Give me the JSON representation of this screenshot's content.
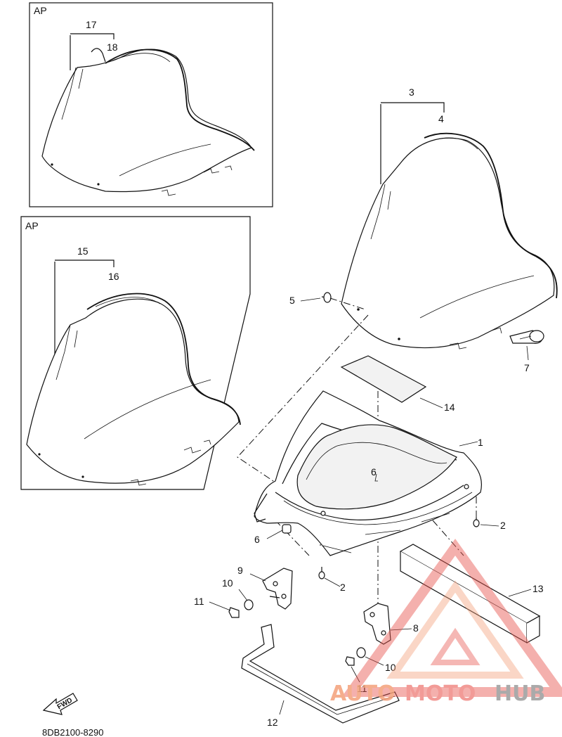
{
  "inset_boxes": [
    {
      "label": "AP",
      "callouts": [
        "17",
        "18"
      ]
    },
    {
      "label": "AP",
      "callouts": [
        "15",
        "16"
      ]
    }
  ],
  "callouts": {
    "c1": "1",
    "c2a": "2",
    "c2b": "2",
    "c3": "3",
    "c4": "4",
    "c5": "5",
    "c6a": "6",
    "c6b": "6",
    "c7": "7",
    "c8": "8",
    "c9": "9",
    "c10a": "10",
    "c10b": "10",
    "c11a": "11",
    "c11b": "11",
    "c12": "12",
    "c13": "13",
    "c14": "14"
  },
  "direction_arrow": "FWD",
  "part_code": "8DB2100-8290",
  "watermark": {
    "auto": "AUTO",
    "moto": "MOTO",
    "hub": "HUB",
    "color_red": "#e8554f",
    "color_orange": "#f4a07a",
    "color_gray": "#9c9c9c"
  }
}
